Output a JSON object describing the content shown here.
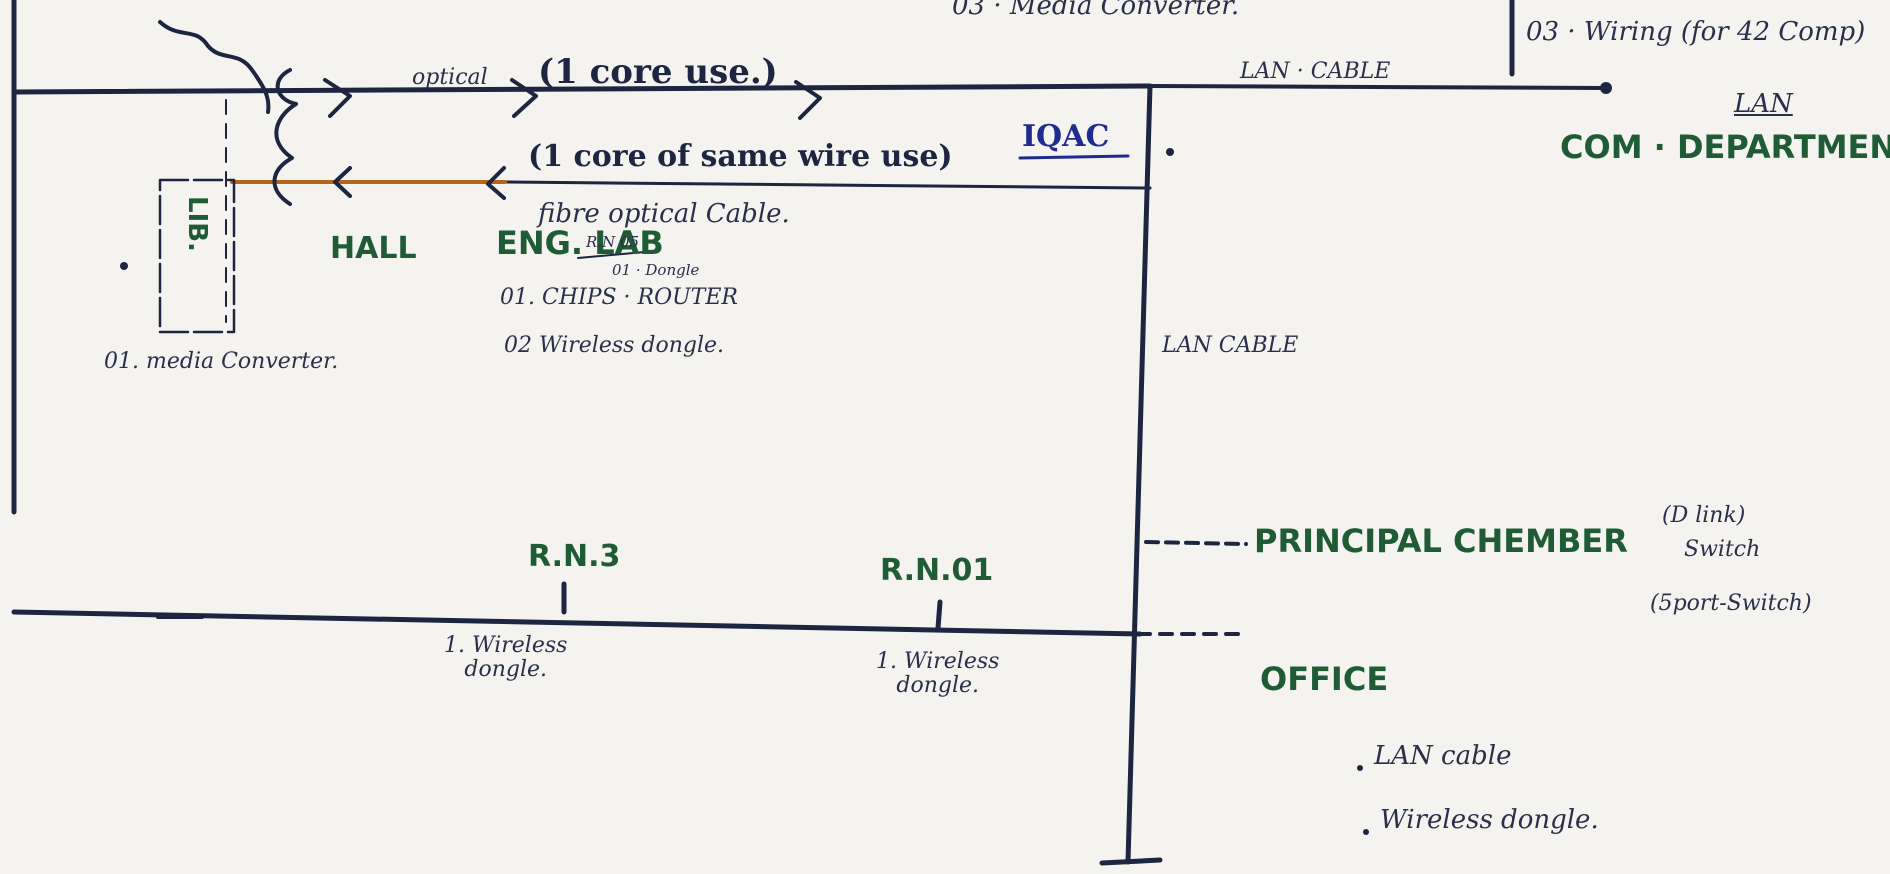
{
  "colors": {
    "paper": "#f4f3ef",
    "ink": "#1d2540",
    "pen_blue": "#1f2c8f",
    "marker_green": "#1f5c35",
    "fibre_orange": "#b5651d"
  },
  "labels": {
    "media_converter_03": "03 · Media Converter.",
    "wiring_42": "03 · Wiring (for 42 Comp)",
    "optical": "optical",
    "one_core_use": "(1 core use.)",
    "lan_cable_top": "LAN · CABLE",
    "lan_underlined": "LAN",
    "iqac": "IQAC",
    "com_department": "COM · DEPARTMEN",
    "one_core_same_wire": "(1 core of same wire use)",
    "fibre_optical_cable": "fibre optical Cable.",
    "lib": "LIB.",
    "hall": "HALL",
    "eng_lab": "ENG. LAB",
    "rn05": "R.N 05",
    "dongle_01": "01 · Dongle",
    "chips_router": "01. CHIPS · ROUTER",
    "wireless_dongle_02": "02 Wireless dongle.",
    "media_converter_01": "01. media Converter.",
    "lan_cable_right": "LAN CABLE",
    "rn3": "R.N.3",
    "rn01": "R.N.01",
    "wireless_dongle_rn3": "1. Wireless\ndongle.",
    "wireless_dongle_rn01": "1. Wireless\ndongle.",
    "principal_chember": "PRINCIPAL CHEMBER",
    "dlink": "(D link)",
    "switch": "Switch",
    "sport_switch": "(5port-Switch)",
    "office": "OFFICE",
    "office_lan_cable": "LAN cable",
    "office_wireless_dongle": "Wireless dongle."
  }
}
